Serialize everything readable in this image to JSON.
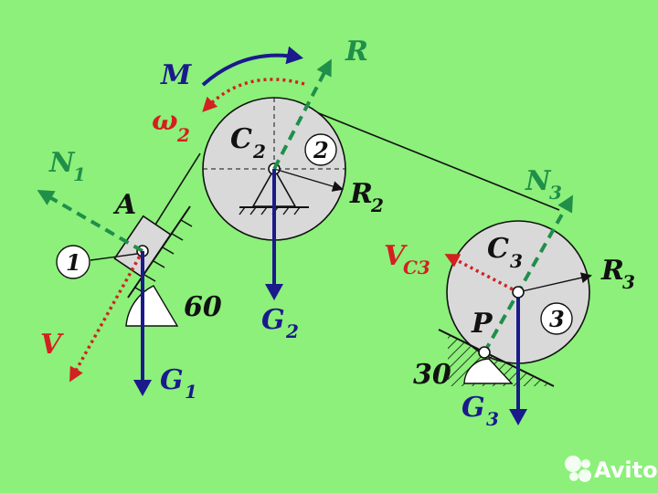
{
  "labels": {
    "M": "M",
    "R": "R",
    "omega": "ω",
    "omega_sub": "2",
    "C2": "C",
    "C2_sub": "2",
    "body2": "2",
    "R2": "R",
    "R2_sub": "2",
    "N1": "N",
    "N1_sub": "1",
    "A": "A",
    "body1": "1",
    "angle60": "60",
    "V": "V",
    "G1": "G",
    "G1_sub": "1",
    "G2": "G",
    "G2_sub": "2",
    "N3": "N",
    "N3_sub": "3",
    "VC3": "V",
    "VC3_sub": "C3",
    "C3": "C",
    "C3_sub": "3",
    "R3": "R",
    "R3_sub": "3",
    "P": "P",
    "body3": "3",
    "angle30": "30",
    "G3": "G",
    "G3_sub": "3",
    "watermark": "Avito"
  },
  "colors": {
    "background": "#8cf07a",
    "disk": "#d9d9d9",
    "blue": "#1a1a8c",
    "green": "#1f8f4a",
    "red": "#d32020"
  }
}
